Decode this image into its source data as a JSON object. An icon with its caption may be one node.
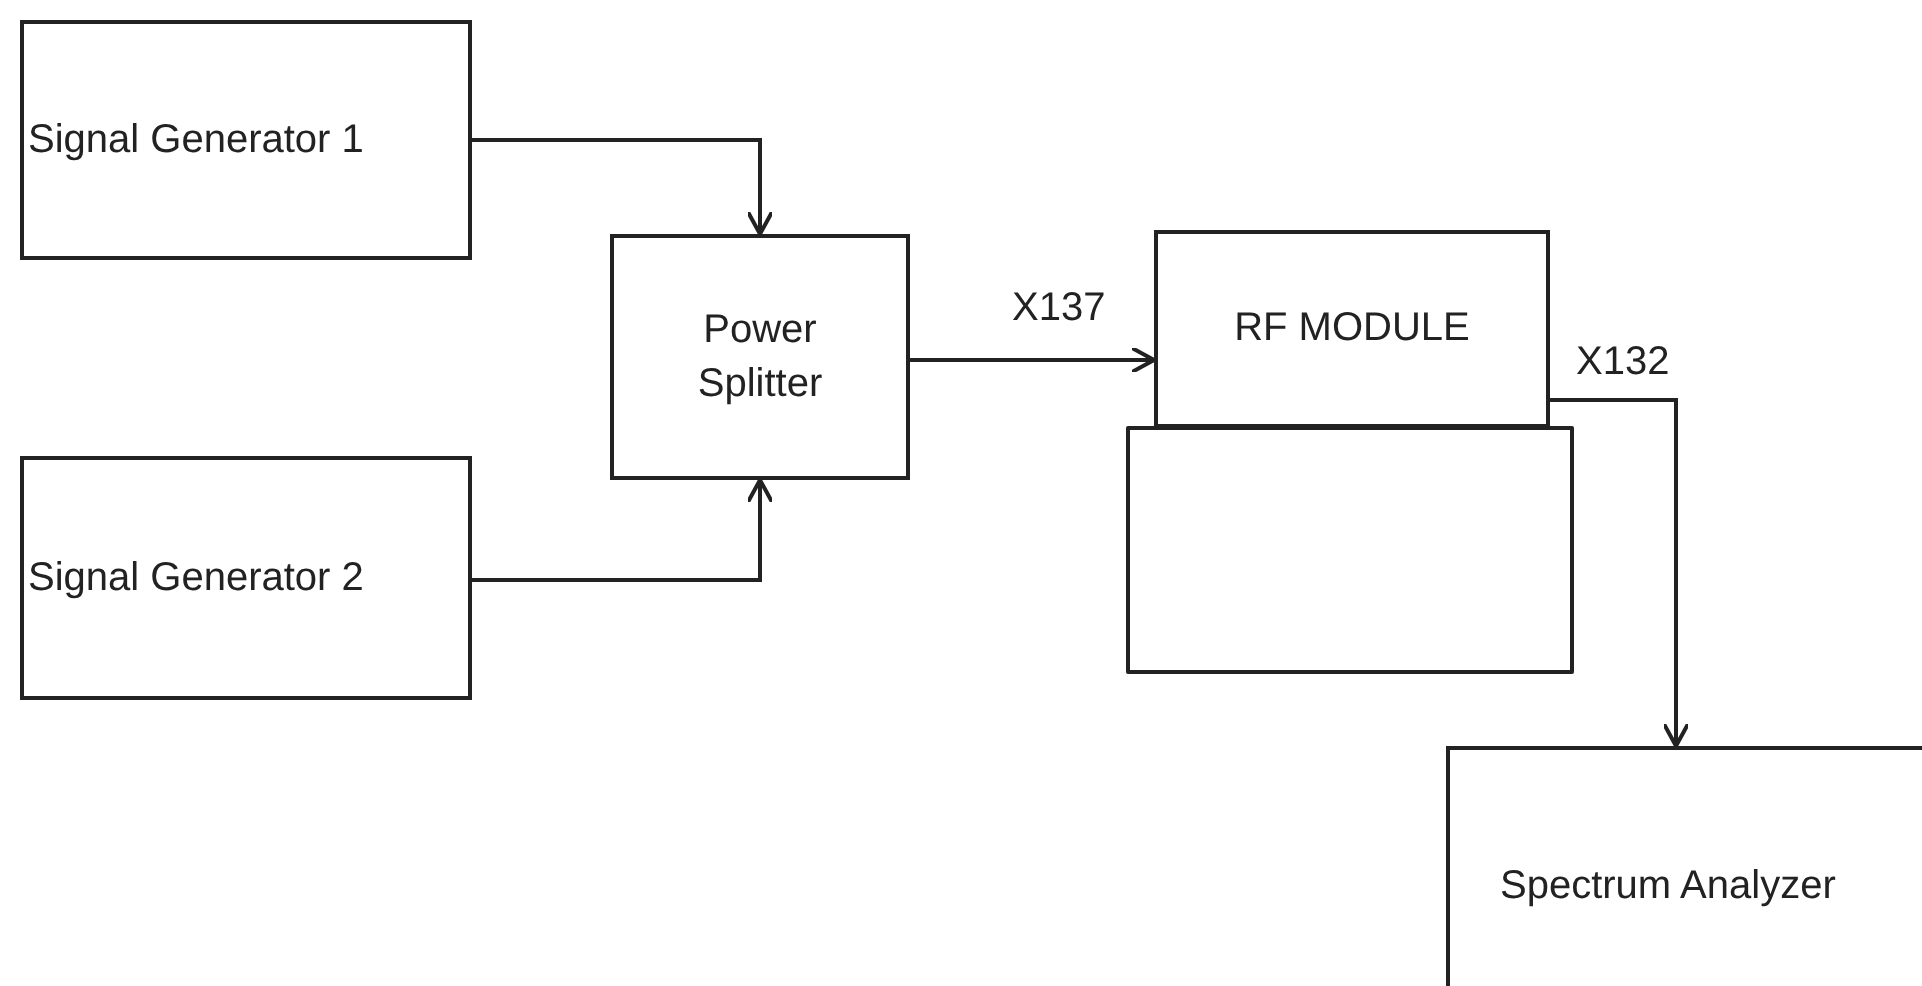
{
  "diagram": {
    "nodes": [
      {
        "text": [
          "Signal Generator 1"
        ]
      },
      {
        "text": [
          "Signal Generator 2"
        ]
      },
      {
        "text": [
          "Power Splitter"
        ]
      },
      {
        "text": [
          "RF MODULE"
        ]
      },
      {
        "text": [],
        "shape": "box"
      },
      {
        "text": [
          "Spectrum Analyzer"
        ]
      }
    ],
    "edges": [
      {
        "from": 0,
        "to": 2,
        "arrow": "to"
      },
      {
        "from": 1,
        "to": 2,
        "arrow": "to"
      },
      {
        "from": 2,
        "to": 3,
        "arrow": "to",
        "label": "X137"
      },
      {
        "from": 3,
        "to": 5,
        "arrow": "to",
        "label": "X132"
      }
    ]
  }
}
